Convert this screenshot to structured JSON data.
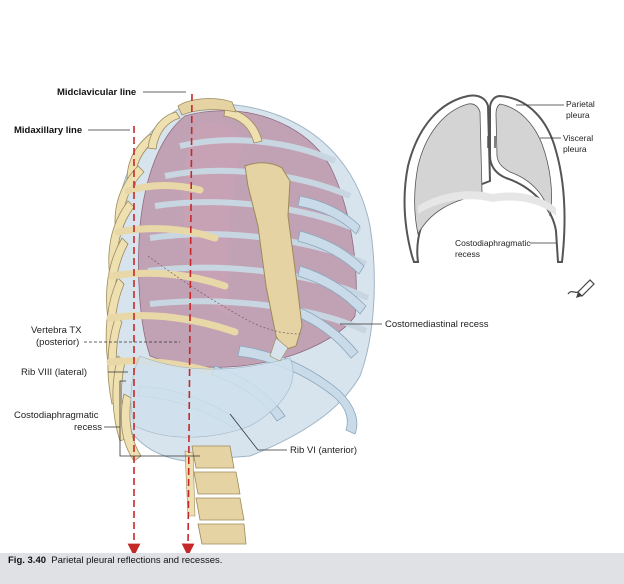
{
  "labels": {
    "midclavicular": "Midclavicular line",
    "midaxillary": "Midaxillary line",
    "vertebra_line1": "Vertebra TX",
    "vertebra_line2": "(posterior)",
    "rib8": "Rib VIII (lateral)",
    "costodiaph_line1": "Costodiaphragmatic",
    "costodiaph_line2": "recess",
    "costomediastinal": "Costomediastinal recess",
    "rib6": "Rib VI (anterior)"
  },
  "inset": {
    "parietal_line1": "Parietal",
    "parietal_line2": "pleura",
    "visceral_line1": "Visceral",
    "visceral_line2": "pleura",
    "costodiaph_line1": "Costodiaphragmatic",
    "costodiaph_line2": "recess"
  },
  "caption": {
    "fig_label": "Fig. 3.40",
    "text": "Parietal pleural reflections and recesses."
  },
  "icons": [
    "pencil-icon"
  ],
  "colors": {
    "guide_line": "#c62828",
    "caption_bg": "#dfe1e5",
    "lung": "#b98ca0",
    "cartilage": "#c9dbe8",
    "bone": "#efe0b2"
  }
}
